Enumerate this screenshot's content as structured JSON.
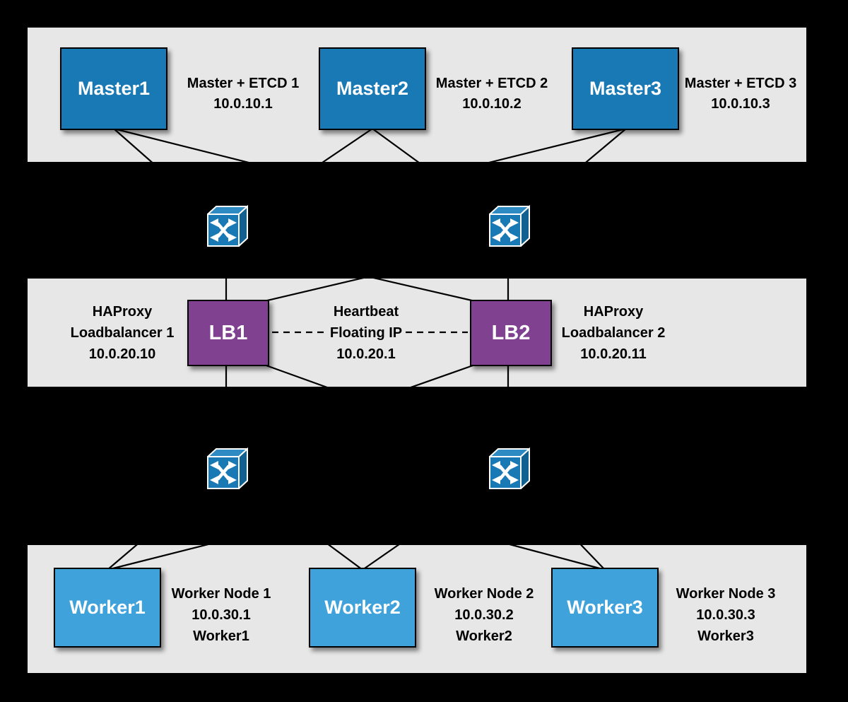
{
  "nodes": {
    "masters": [
      {
        "label": "Master1",
        "annotation": [
          "Master + ETCD 1",
          "10.0.10.1"
        ]
      },
      {
        "label": "Master2",
        "annotation": [
          "Master + ETCD 2",
          "10.0.10.2"
        ]
      },
      {
        "label": "Master3",
        "annotation": [
          "Master + ETCD 3",
          "10.0.10.3"
        ]
      }
    ],
    "loadbalancers": [
      {
        "label": "LB1",
        "annotation": [
          "HAProxy",
          "Loadbalancer 1",
          "10.0.20.10"
        ]
      },
      {
        "label": "LB2",
        "annotation": [
          "HAProxy",
          "Loadbalancer 2",
          "10.0.20.11"
        ]
      }
    ],
    "workers": [
      {
        "label": "Worker1",
        "annotation": [
          "Worker Node 1",
          "10.0.30.1",
          "Worker1"
        ]
      },
      {
        "label": "Worker2",
        "annotation": [
          "Worker Node 2",
          "10.0.30.2",
          "Worker2"
        ]
      },
      {
        "label": "Worker3",
        "annotation": [
          "Worker Node 3",
          "10.0.30.3",
          "Worker3"
        ]
      }
    ]
  },
  "heartbeat": {
    "annotation": [
      "Heartbeat",
      "Floating IP",
      "10.0.20.1"
    ]
  },
  "icons": {
    "switch": "network-switch-icon",
    "switch_count": 4
  },
  "colors": {
    "background": "#000000",
    "zone": "#E7E7E7",
    "master_blue": "#1879B5",
    "worker_blue": "#3FA2DB",
    "lb_purple": "#7F4190",
    "switch_front": "#1879B5",
    "switch_top": "#2E8AC2",
    "switch_side": "#10618F",
    "line": "#000000",
    "node_text": "#FFFFFF",
    "annotation_text": "#000000"
  }
}
